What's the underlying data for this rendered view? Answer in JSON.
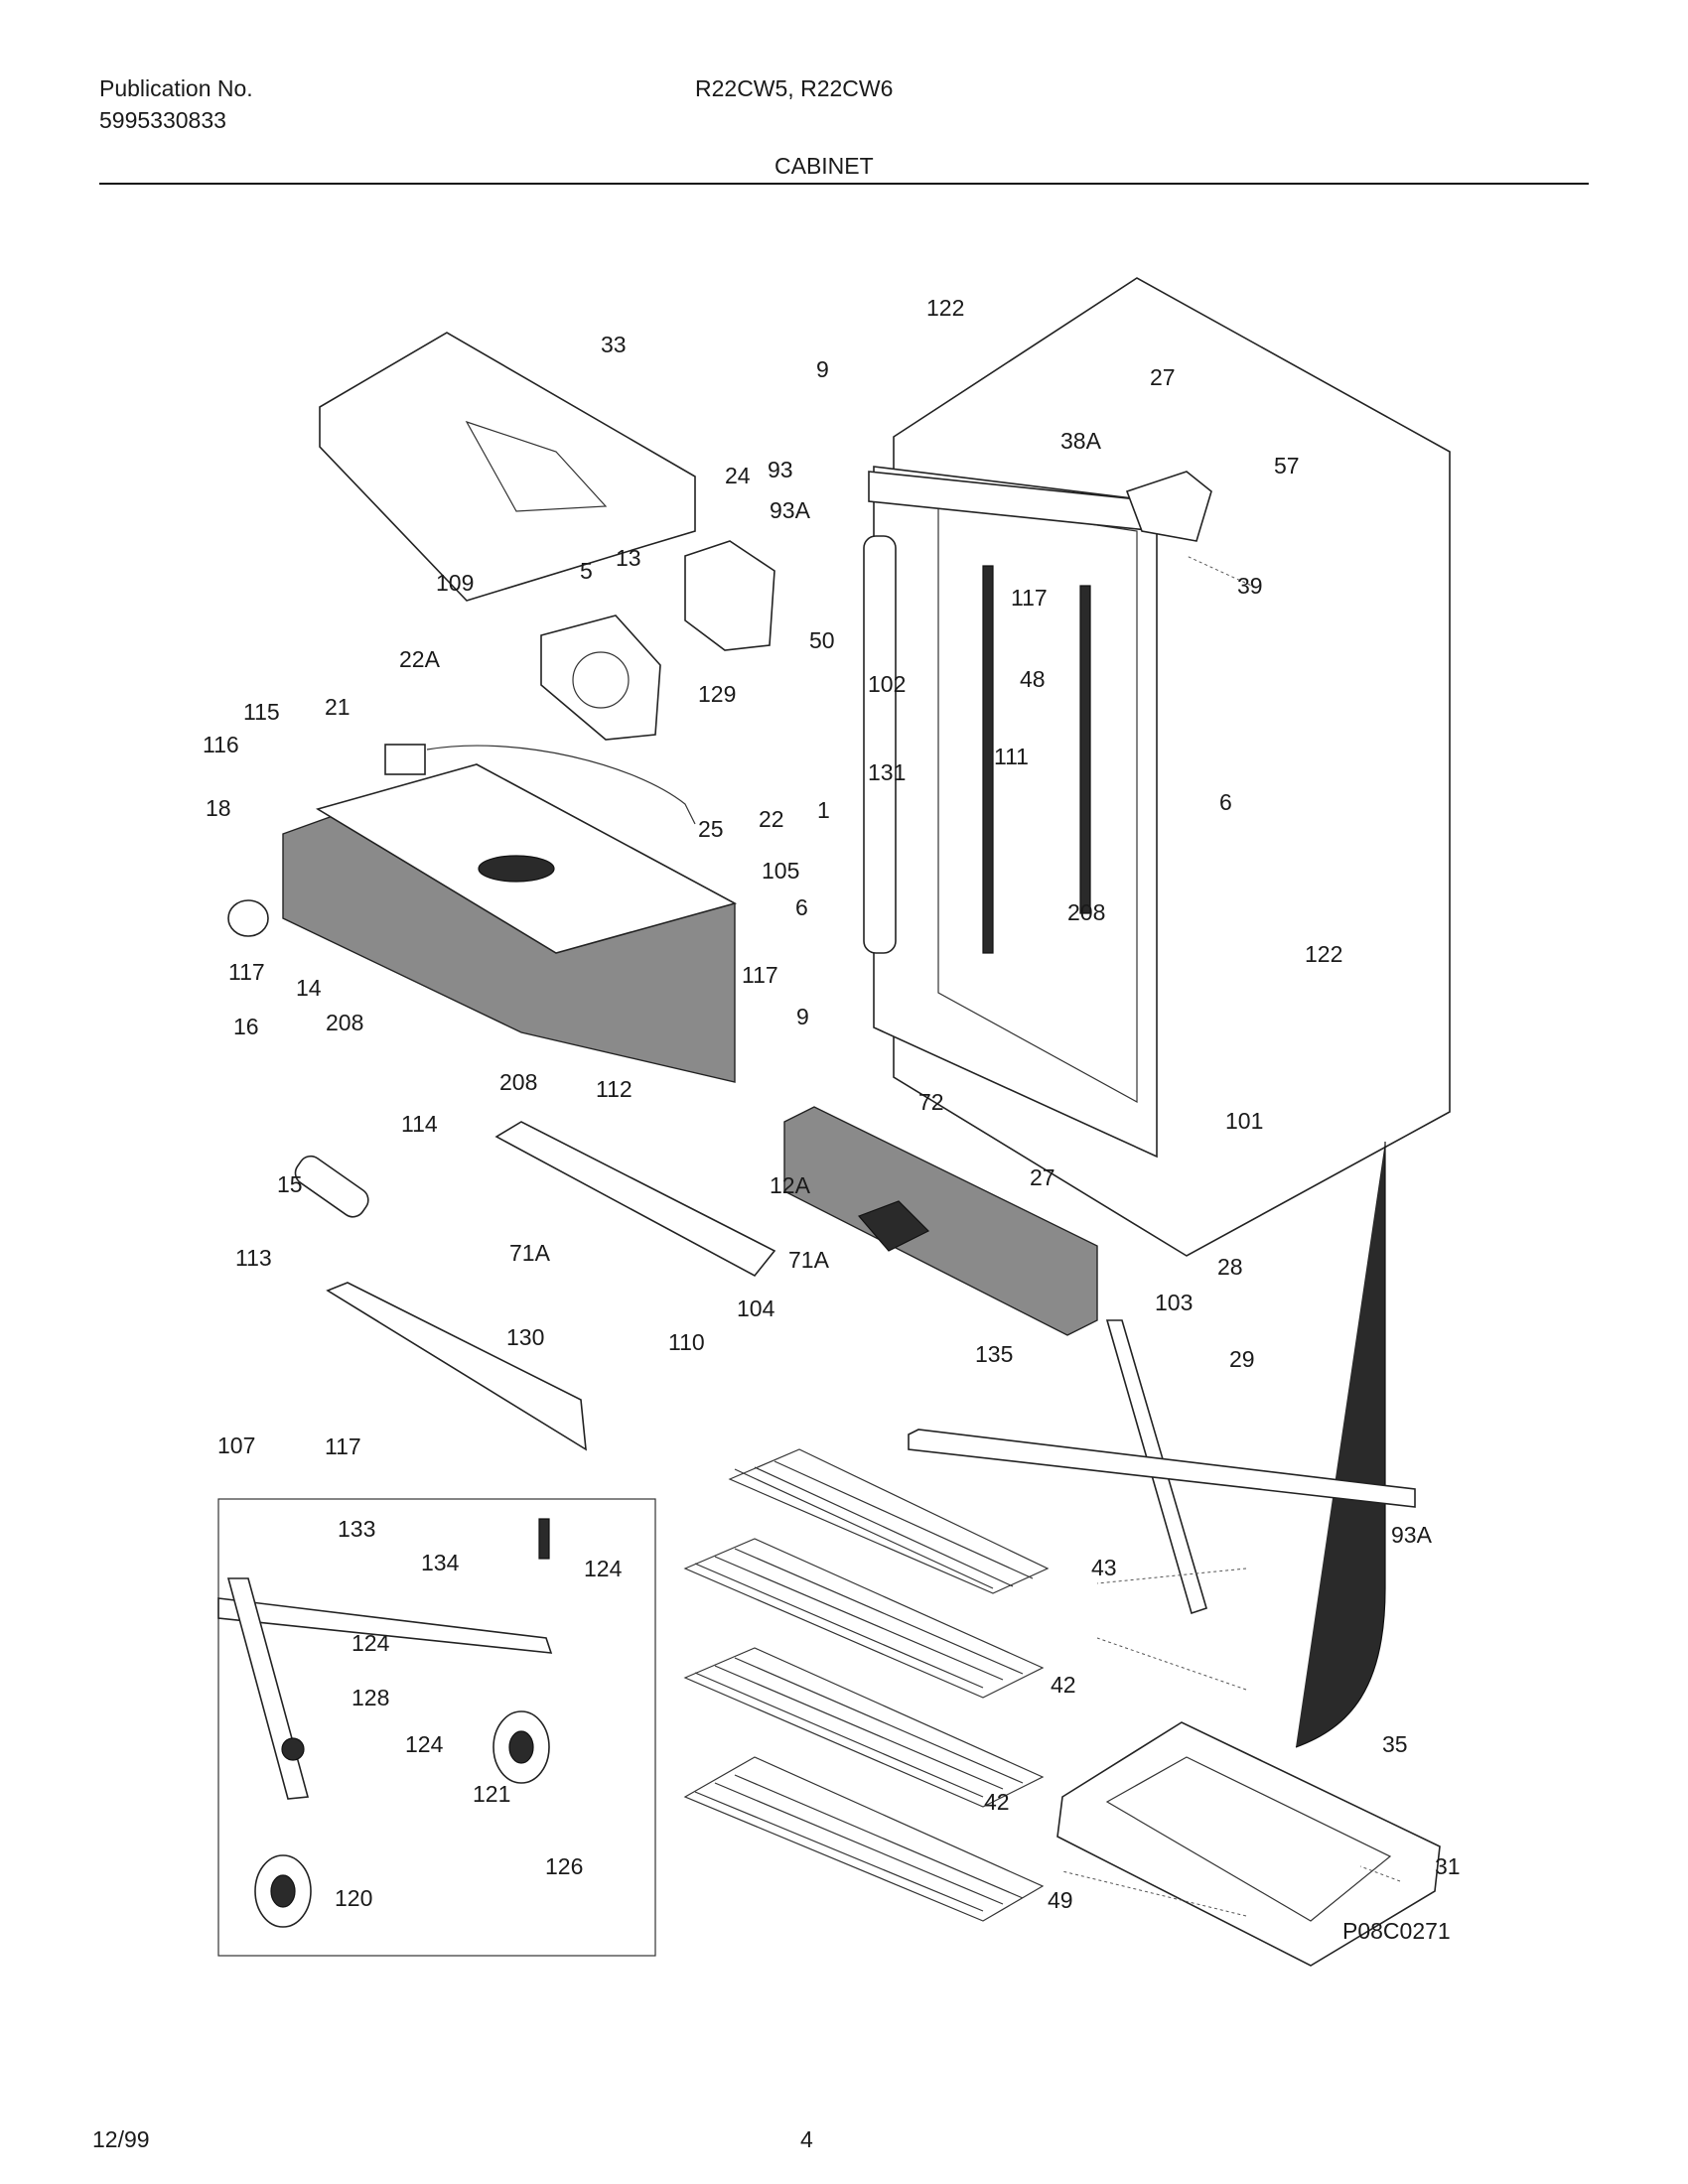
{
  "header": {
    "publication_label": "Publication No.",
    "publication_number": "5995330833",
    "models": "R22CW5, R22CW6",
    "section_title": "CABINET"
  },
  "diagram": {
    "drawing_id": "P08C0271",
    "callouts": [
      "122",
      "33",
      "9",
      "27",
      "38A",
      "57",
      "24",
      "93",
      "93A",
      "39",
      "109",
      "5",
      "13",
      "117",
      "50",
      "22A",
      "129",
      "102",
      "48",
      "115",
      "21",
      "116",
      "131",
      "111",
      "18",
      "25",
      "22",
      "1",
      "6",
      "105",
      "6",
      "208",
      "122",
      "117",
      "14",
      "117",
      "16",
      "208",
      "9",
      "208",
      "112",
      "72",
      "101",
      "114",
      "15",
      "12A",
      "27",
      "113",
      "71A",
      "71A",
      "28",
      "104",
      "103",
      "130",
      "110",
      "135",
      "29",
      "107",
      "117",
      "133",
      "134",
      "124",
      "43",
      "93A",
      "124",
      "42",
      "128",
      "124",
      "35",
      "121",
      "42",
      "126",
      "120",
      "31",
      "49"
    ]
  },
  "footer": {
    "date": "12/99",
    "page": "4"
  }
}
